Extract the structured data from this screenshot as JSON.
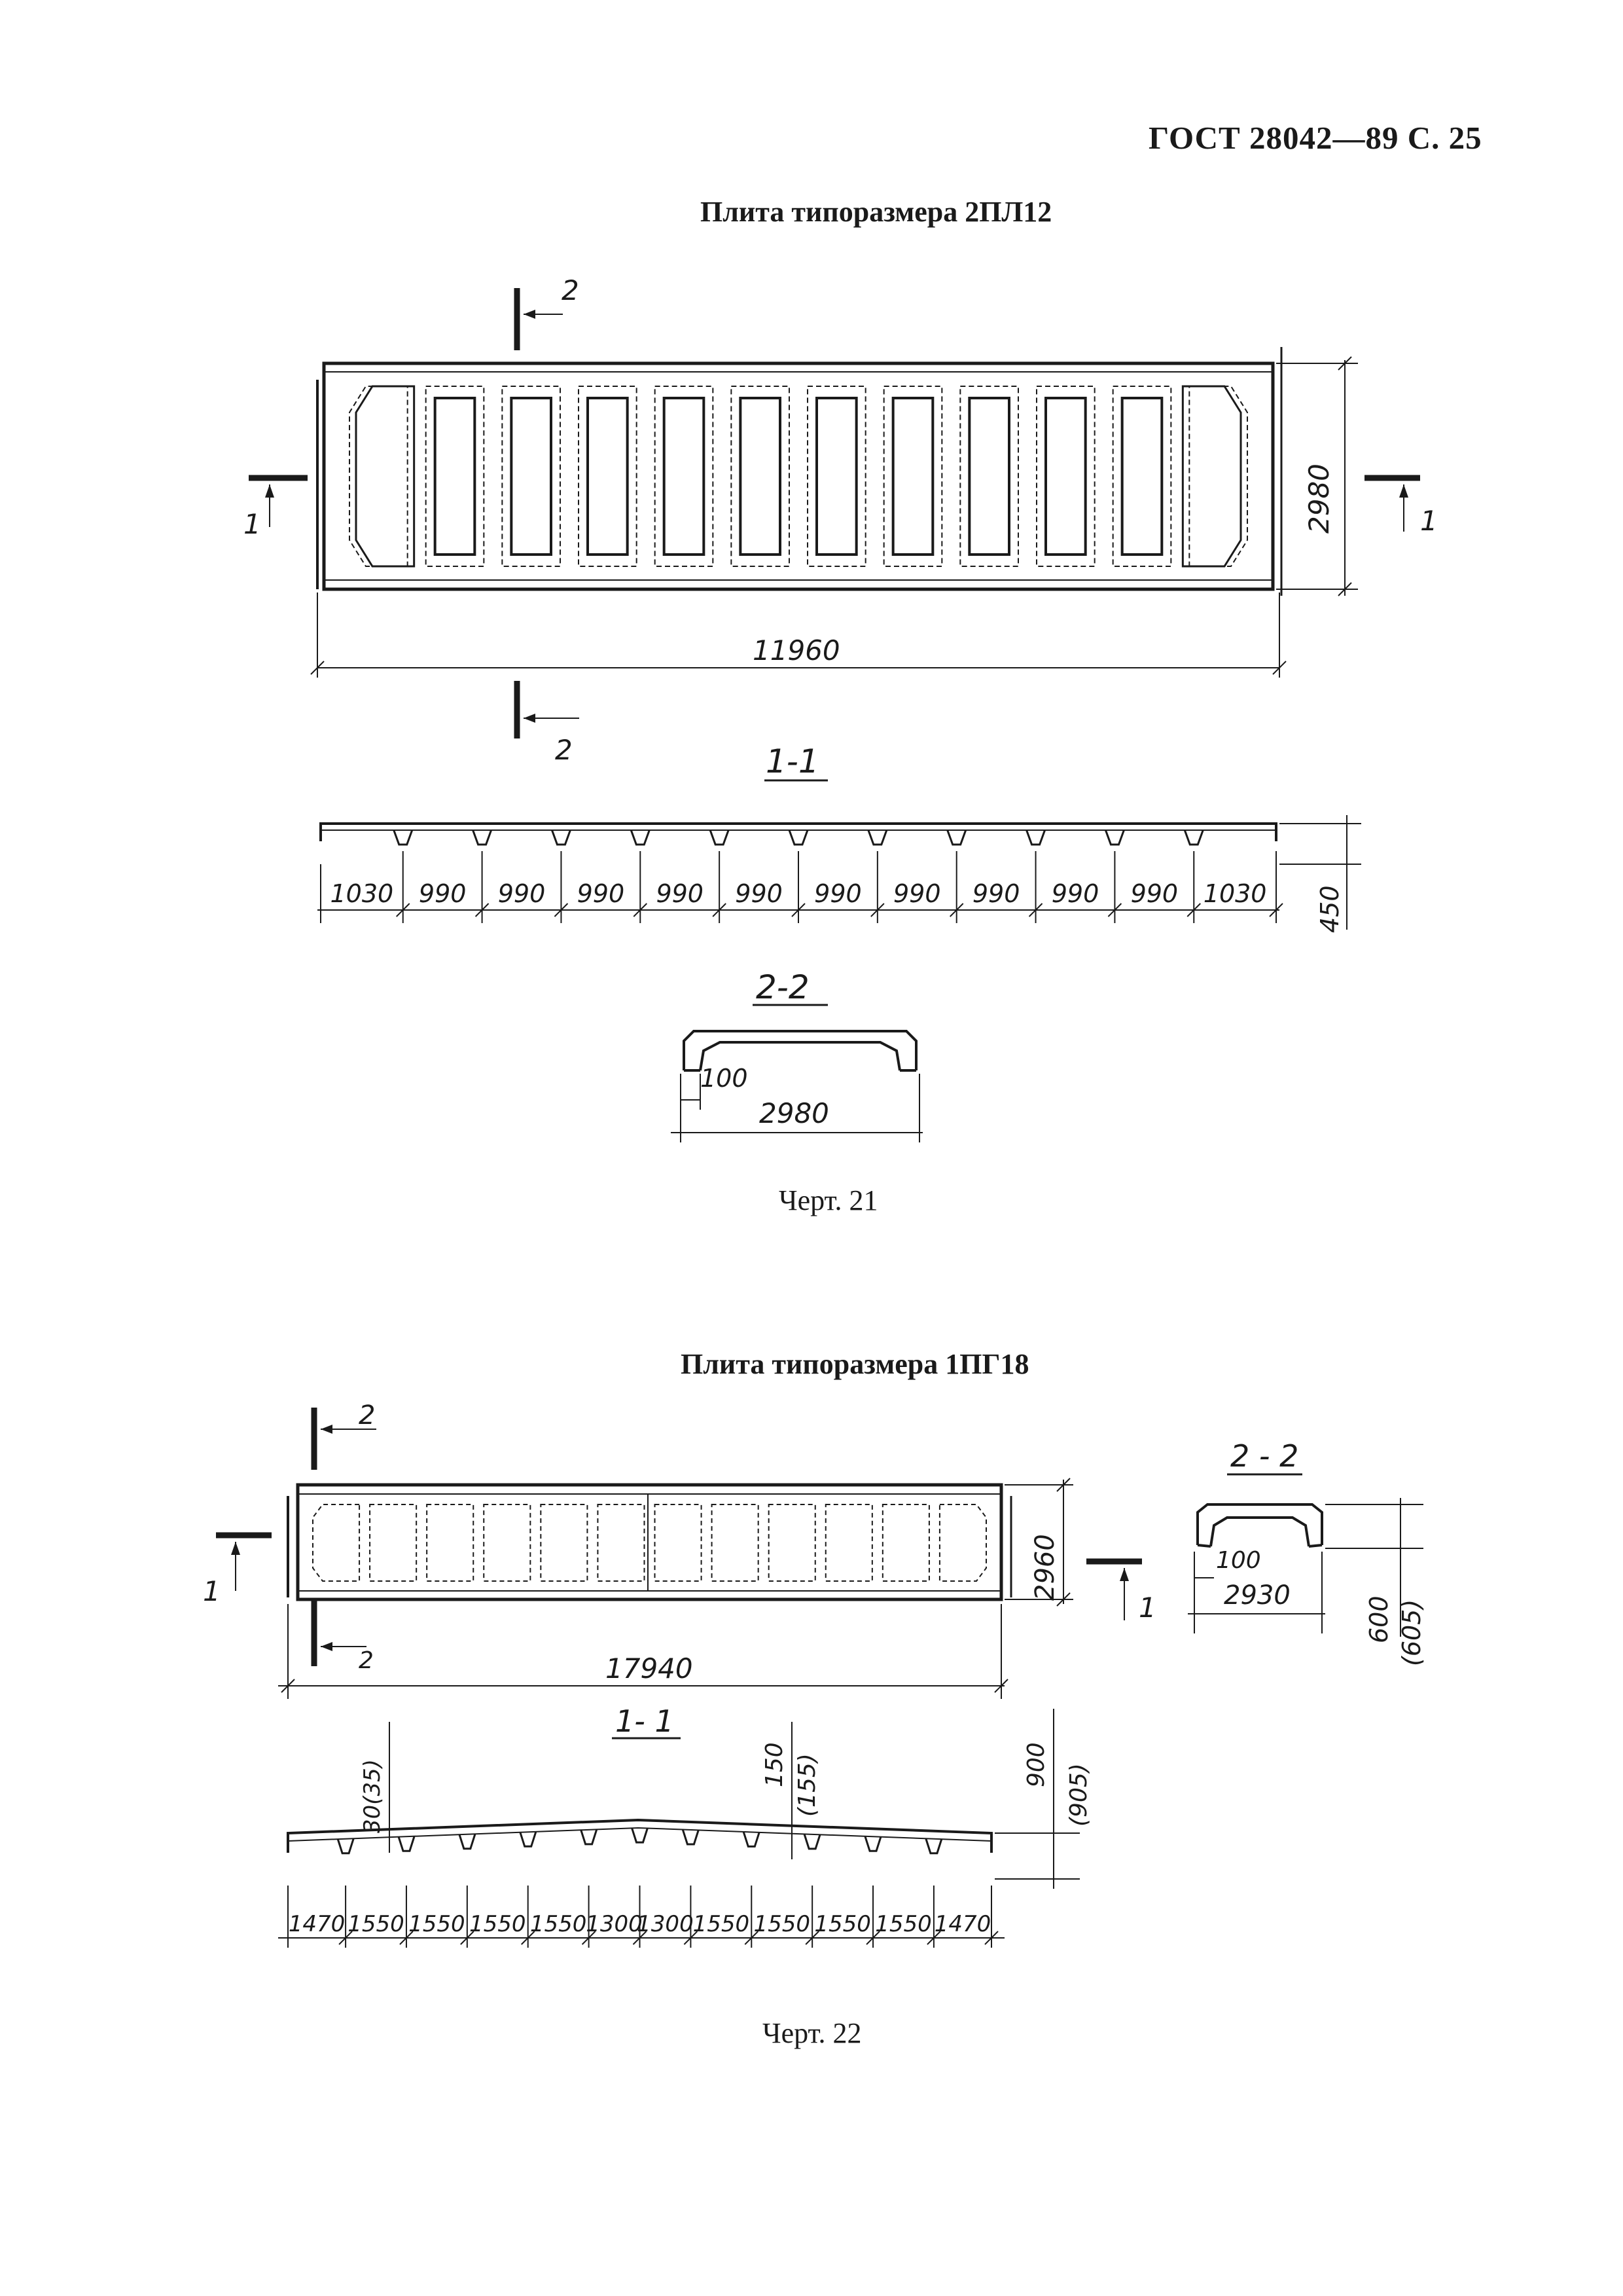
{
  "header": {
    "text": "ГОСТ 28042—89 С. 25"
  },
  "fig21": {
    "title": "Плита типоразмера 2ПЛ12",
    "caption": "Черт. 21",
    "section_mark_1": "1",
    "section_mark_2": "2",
    "plan_length": "11960",
    "plan_width": "2980",
    "section_11_label": "1-1",
    "section_11_dims": [
      "1030",
      "990",
      "990",
      "990",
      "990",
      "990",
      "990",
      "990",
      "990",
      "990",
      "990",
      "1030"
    ],
    "section_11_height": "450",
    "section_22_label": "2-2",
    "section_22_rib": "100",
    "section_22_width": "2980"
  },
  "fig22": {
    "title": "Плита типоразмера 1ПГ18",
    "caption": "Черт. 22",
    "section_mark_1": "1",
    "section_mark_2": "2",
    "plan_length": "17940",
    "plan_width": "2960",
    "section_22_label": "2 - 2",
    "section_22_rib": "100",
    "section_22_width": "2930",
    "section_22_height": "600",
    "section_22_height_alt": "(605)",
    "section_11_label": "1- 1",
    "section_11_end_height": "30(35)",
    "section_11_mid_height": "150",
    "section_11_mid_height_alt": "(155)",
    "section_11_height": "900",
    "section_11_height_alt": "(905)",
    "section_11_dims": [
      "1470",
      "1550",
      "1550",
      "1550",
      "1550",
      "1300",
      "1300",
      "1550",
      "1550",
      "1550",
      "1550",
      "1470"
    ]
  }
}
